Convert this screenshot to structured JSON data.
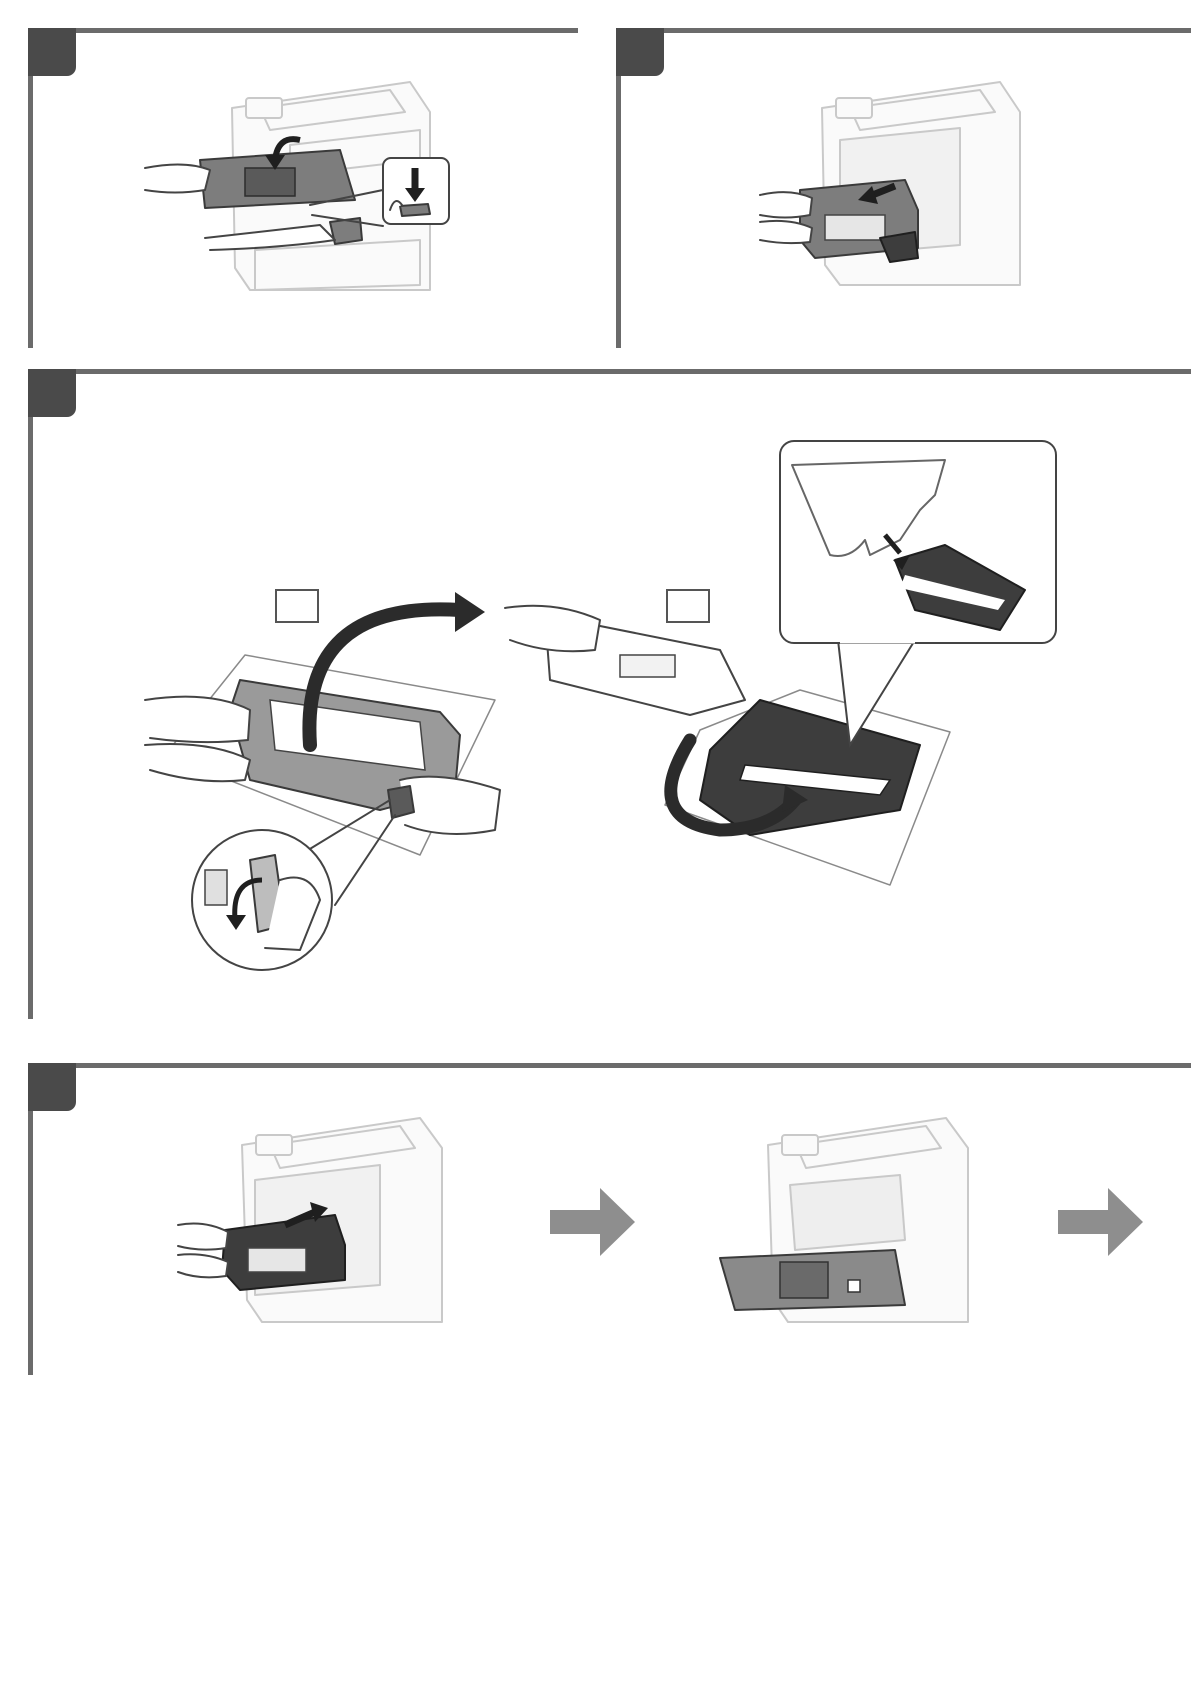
{
  "steps": [
    {
      "id": "step-1",
      "description_icons": [
        "printer-icon",
        "front-cover-icon",
        "release-button-icon",
        "hand-icon"
      ]
    },
    {
      "id": "step-2",
      "description_icons": [
        "printer-icon",
        "drum-unit-icon",
        "hand-icon"
      ]
    },
    {
      "id": "step-3",
      "description_icons": [
        "drum-unit-icon",
        "toner-cartridge-icon",
        "lock-lever-icon",
        "protective-bag-icon",
        "protective-film-icon"
      ]
    },
    {
      "id": "step-4",
      "description_icons": [
        "printer-icon",
        "drum-unit-icon",
        "front-cover-icon",
        "next-arrow-icon"
      ]
    }
  ],
  "colors": {
    "panel_border": "#6b6b6b",
    "step_tab": "#4a4a4a",
    "arrow_grey": "#8e8e8e",
    "part_dark": "#3d3d3d"
  }
}
